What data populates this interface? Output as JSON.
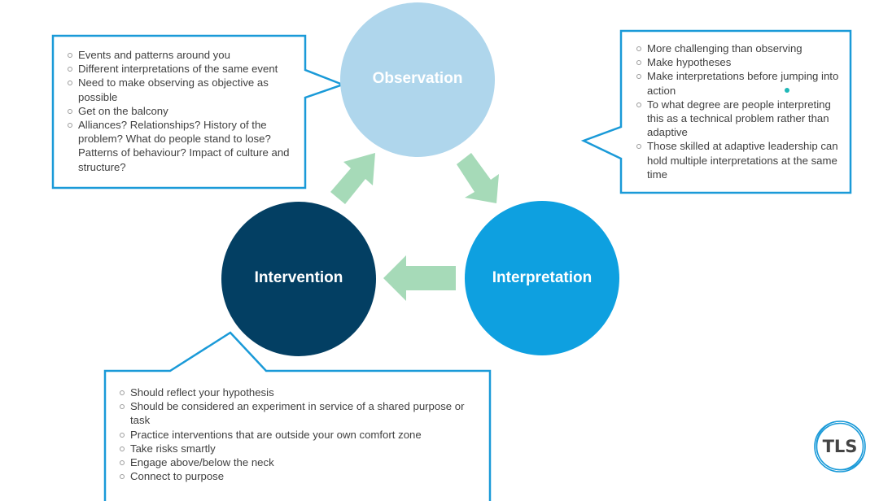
{
  "colors": {
    "observation": "#afd6ec",
    "interpretation": "#0ea0e0",
    "intervention": "#033f63",
    "arrow": "#a6dab8",
    "callout_border": "#1a9ad8",
    "text": "#404040",
    "marker_dot": "#1fb8b8",
    "logo_ring": "#1a9ad8"
  },
  "nodes": {
    "observation": {
      "label": "Observation"
    },
    "interpretation": {
      "label": "Interpretation"
    },
    "intervention": {
      "label": "Intervention"
    }
  },
  "callouts": {
    "observation": {
      "items": [
        "Events and patterns around you",
        "Different interpretations of the same event",
        "Need to make observing as objective as possible",
        "Get on the balcony",
        "Alliances? Relationships? History of the problem?  What do people stand to lose? Patterns of behaviour? Impact of culture and structure?"
      ]
    },
    "interpretation": {
      "items": [
        "More challenging than observing",
        "Make hypotheses",
        "Make interpretations before jumping into action",
        "To what degree are people interpreting this as a technical problem rather than adaptive",
        "Those skilled at adaptive leadership can hold multiple interpretations at the same time"
      ]
    },
    "intervention": {
      "items": [
        "Should reflect your hypothesis",
        "Should be considered an experiment in service of a shared purpose or task",
        "Practice interventions that are outside your own comfort zone",
        "Take risks smartly",
        "Engage above/below the neck",
        "Connect to purpose"
      ]
    }
  },
  "logo": {
    "text": "TLS"
  }
}
